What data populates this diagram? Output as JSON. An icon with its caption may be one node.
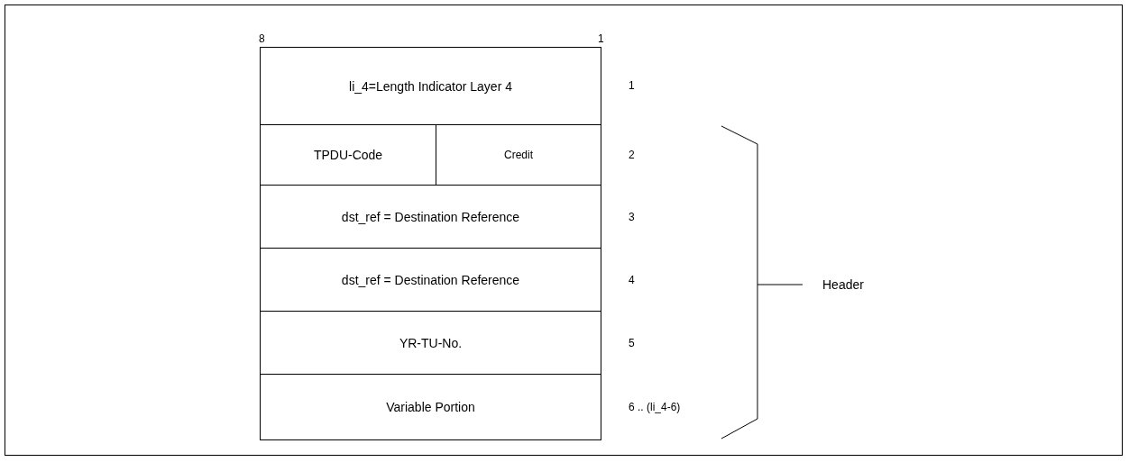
{
  "diagram": {
    "nodes": [
      {
        "text": [
          "li_4=Length Indicator Layer 4"
        ]
      },
      {
        "text": [
          "TPDU-Code"
        ]
      },
      {
        "text": [
          "Credit"
        ]
      },
      {
        "text": [
          "dst_ref = Destination Reference"
        ]
      },
      {
        "text": [
          "dst_ref = Destination Reference"
        ]
      },
      {
        "text": [
          "YR-TU-No."
        ]
      },
      {
        "text": [
          "Variable Portion"
        ]
      }
    ],
    "edges": [],
    "labels": [
      "8",
      "1",
      "1",
      "2",
      "3",
      "4",
      "5",
      "6 .. (li_4-6)",
      "Header"
    ]
  }
}
